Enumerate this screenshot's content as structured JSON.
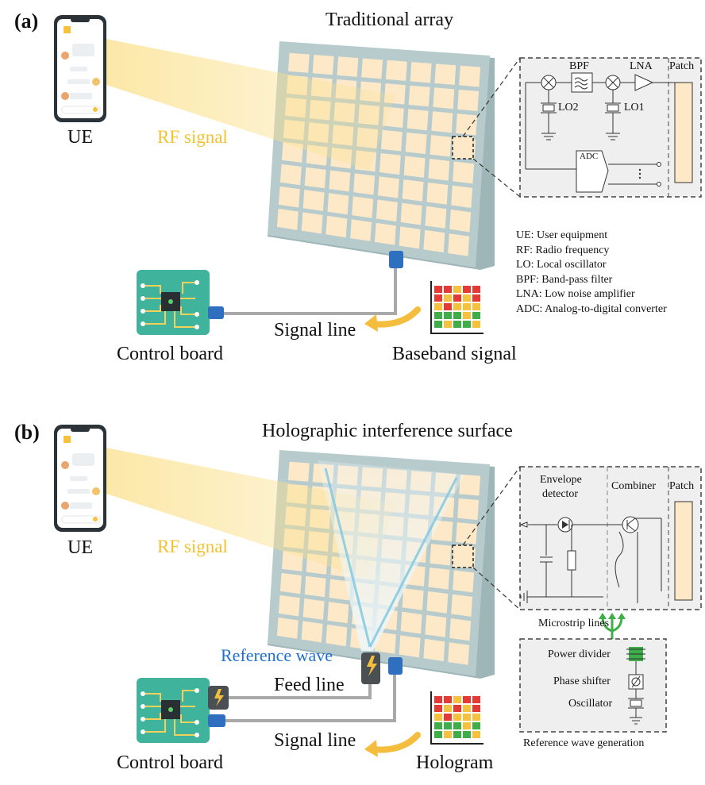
{
  "panel_a": {
    "label": "(a)",
    "title": "Traditional array",
    "ue": "UE",
    "rf": "RF signal",
    "signal_line": "Signal line",
    "control_board": "Control board",
    "baseband": "Baseband signal",
    "circuit": {
      "bpf": "BPF",
      "lna": "LNA",
      "patch": "Patch",
      "lo2": "LO2",
      "lo1": "LO1",
      "adc": "ADC"
    },
    "legend": [
      "UE: User equipment",
      "RF: Radio frequency",
      "LO: Local oscillator",
      "BPF: Band-pass filter",
      "LNA: Low noise amplifier",
      "ADC: Analog-to-digital converter"
    ]
  },
  "panel_b": {
    "label": "(b)",
    "title": "Holographic interference surface",
    "ue": "UE",
    "rf": "RF signal",
    "reference_wave": "Reference wave",
    "feed_line": "Feed line",
    "signal_line": "Signal line",
    "control_board": "Control board",
    "hologram": "Hologram",
    "circuit": {
      "envelope": "Envelope",
      "detector": "detector",
      "combiner": "Combiner",
      "patch": "Patch"
    },
    "microstrip": "Microstrip lines",
    "power_divider": "Power divider",
    "phase_shifter": "Phase shifter",
    "oscillator": "Oscillator",
    "ref_gen": "Reference wave generation"
  },
  "colors": {
    "patch": "#fde9c8",
    "panel": "#b4c9cc",
    "rf_beam": "#fbe08a",
    "reference_wave": "#1f6fd1",
    "board": "#3fb39b",
    "connector": "#2e6fbf"
  },
  "icons": [
    "smartphone-icon",
    "chip-icon",
    "grid-matrix-icon",
    "curved-arrow-icon"
  ]
}
